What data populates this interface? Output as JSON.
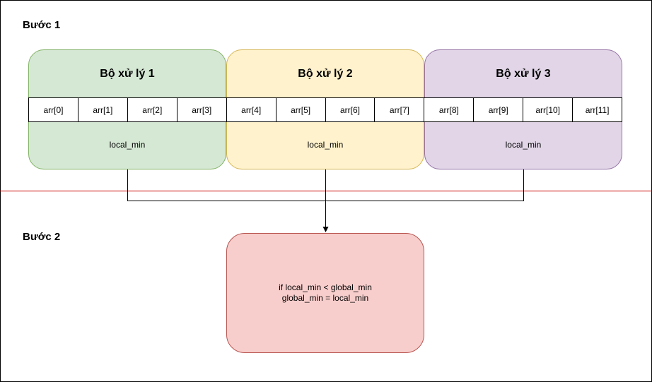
{
  "step1_label": "Bước 1",
  "step2_label": "Bước 2",
  "processors": [
    {
      "title": "Bộ xử lý 1",
      "local": "local_min",
      "fill": "#d5e8d4",
      "stroke": "#82b366"
    },
    {
      "title": "Bộ xử lý 2",
      "local": "local_min",
      "fill": "#fff2cc",
      "stroke": "#d6b656"
    },
    {
      "title": "Bộ xử lý 3",
      "local": "local_min",
      "fill": "#e1d5e7",
      "stroke": "#9673a6"
    }
  ],
  "array_cells": [
    "arr[0]",
    "arr[1]",
    "arr[2]",
    "arr[3]",
    "arr[4]",
    "arr[5]",
    "arr[6]",
    "arr[7]",
    "arr[8]",
    "arr[9]",
    "arr[10]",
    "arr[11]"
  ],
  "result": {
    "line1": "if local_min < global_min",
    "line2": "global_min = local_min",
    "fill": "#f8cecc",
    "stroke": "#b85450"
  },
  "divider_color": "#cc0000"
}
